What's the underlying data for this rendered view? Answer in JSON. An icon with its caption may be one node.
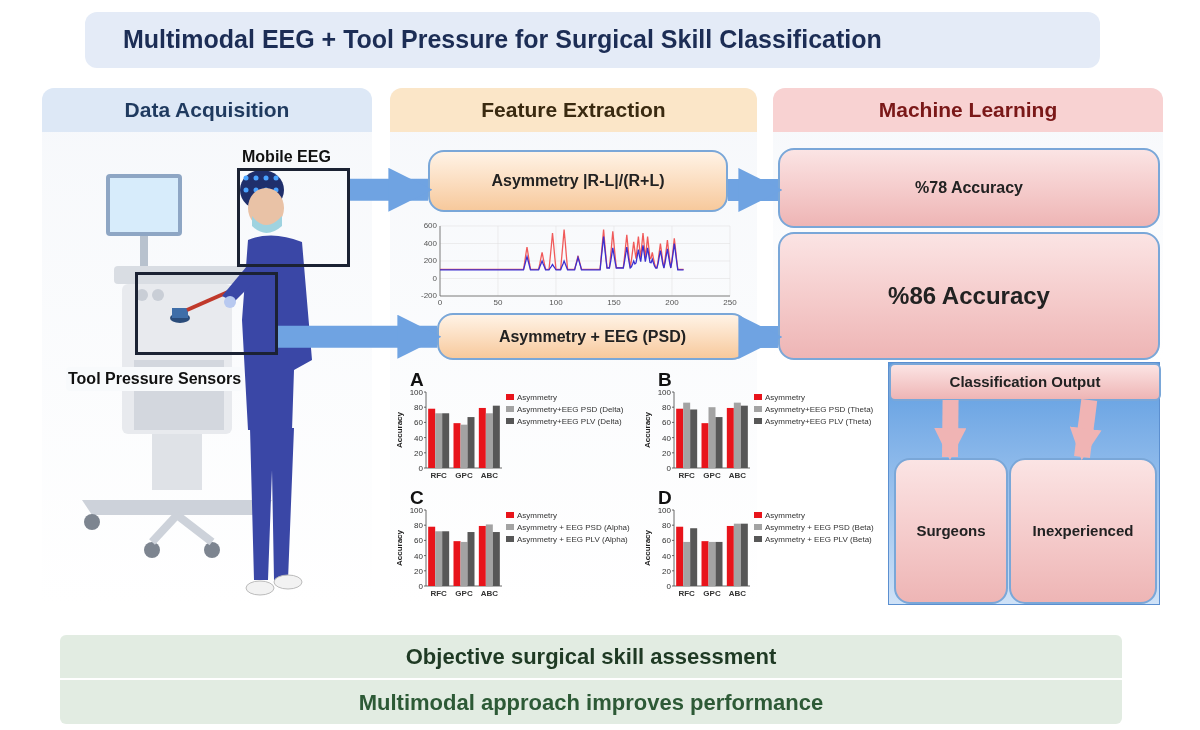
{
  "diagram": {
    "title": "Multimodal EEG + Tool Pressure for Surgical Skill Classification",
    "nodes": [
      {
        "text": [
          "Data Acquisition"
        ]
      },
      {
        "text": [
          "Feature Extraction"
        ]
      },
      {
        "text": [
          "Machine Learning"
        ]
      },
      {
        "text": [
          "Mobile EEG"
        ],
        "in": 0
      },
      {
        "text": [
          "Tool Pressure Sensors"
        ],
        "in": 0
      },
      {
        "text": [
          "Asymmetry |R-L|/(R+L)"
        ],
        "in": 1
      },
      {
        "text": [
          "Asymmetry + EEG (PSD)"
        ],
        "in": 1
      },
      {
        "text": [
          "%78 Accuracy"
        ],
        "in": 2
      },
      {
        "text": [
          "%86 Accuracy"
        ],
        "in": 2
      },
      {
        "text": [],
        "shape": "box"
      },
      {
        "text": [
          "Classification Output"
        ],
        "in": 9
      },
      {
        "text": [
          "Surgeons"
        ],
        "in": 9
      },
      {
        "text": [
          "Inexperienced"
        ],
        "in": 9
      },
      {
        "text": [
          "Objective surgical skill assessment"
        ]
      },
      {
        "text": [
          "Multimodal approach improves performance"
        ]
      }
    ],
    "edges": [
      {
        "from": 3,
        "to": 5,
        "arrow": "to"
      },
      {
        "from": 4,
        "to": 6,
        "arrow": "to"
      },
      {
        "from": 5,
        "to": 7,
        "arrow": "to"
      },
      {
        "from": 6,
        "to": 8,
        "arrow": "to"
      },
      {
        "from": 10,
        "to": 11,
        "arrow": "to",
        "color": "#f0b4b4"
      },
      {
        "from": 10,
        "to": 12,
        "arrow": "to",
        "color": "#f0b4b4"
      }
    ],
    "labels": [
      "600",
      "400",
      "200",
      "0",
      "-200",
      "0",
      "50",
      "100",
      "150",
      "200",
      "250"
    ],
    "chart_data": [
      {
        "type": "bar",
        "title": "A",
        "ylabel": "Accuracy",
        "categories": [
          "RFC",
          "GPC",
          "ABC"
        ],
        "yticks": [
          0,
          20,
          40,
          60,
          80,
          100
        ],
        "ylim": [
          0,
          100
        ],
        "legend": "right",
        "series": [
          {
            "name": "Asymmetry",
            "color": "#e8141b",
            "values": [
              78,
              59,
              79
            ]
          },
          {
            "name": "Asymmetry+EEG PSD (Delta)",
            "color": "#a3a3a3",
            "values": [
              72,
              57,
              72
            ]
          },
          {
            "name": "Asymmetry+EEG PLV (Delta)",
            "color": "#575757",
            "values": [
              72,
              67,
              82
            ]
          }
        ]
      },
      {
        "type": "bar",
        "title": "B",
        "ylabel": "Accuracy",
        "categories": [
          "RFC",
          "GPC",
          "ABC"
        ],
        "yticks": [
          0,
          20,
          40,
          60,
          80,
          100
        ],
        "ylim": [
          0,
          100
        ],
        "legend": "right",
        "series": [
          {
            "name": "Asymmetry",
            "color": "#e8141b",
            "values": [
              78,
              59,
              79
            ]
          },
          {
            "name": "Asymmetry+EEG PSD (Theta)",
            "color": "#a3a3a3",
            "values": [
              86,
              80,
              86
            ]
          },
          {
            "name": "Asymmetry+EEG PLV (Theta)",
            "color": "#575757",
            "values": [
              77,
              67,
              82
            ]
          }
        ]
      },
      {
        "type": "bar",
        "title": "C",
        "ylabel": "Accuracy",
        "categories": [
          "RFC",
          "GPC",
          "ABC"
        ],
        "yticks": [
          0,
          20,
          40,
          60,
          80,
          100
        ],
        "ylim": [
          0,
          100
        ],
        "legend": "right",
        "series": [
          {
            "name": "Asymmetry",
            "color": "#e8141b",
            "values": [
              78,
              59,
              79
            ]
          },
          {
            "name": "Asymmetry + EEG PSD (Alpha)",
            "color": "#a3a3a3",
            "values": [
              72,
              58,
              81
            ]
          },
          {
            "name": "Asymmetry + EEG PLV (Alpha)",
            "color": "#575757",
            "values": [
              72,
              71,
              71
            ]
          }
        ]
      },
      {
        "type": "bar",
        "title": "D",
        "ylabel": "Accuracy",
        "categories": [
          "RFC",
          "GPC",
          "ABC"
        ],
        "yticks": [
          0,
          20,
          40,
          60,
          80,
          100
        ],
        "ylim": [
          0,
          100
        ],
        "legend": "right",
        "series": [
          {
            "name": "Asymmetry",
            "color": "#e8141b",
            "values": [
              78,
              59,
              79
            ]
          },
          {
            "name": "Asymmetry + EEG PSD (Beta)",
            "color": "#a3a3a3",
            "values": [
              58,
              58,
              82
            ]
          },
          {
            "name": "Asymmetry + EEG PLV (Beta)",
            "color": "#575757",
            "values": [
              76,
              58,
              82
            ]
          }
        ]
      }
    ]
  }
}
